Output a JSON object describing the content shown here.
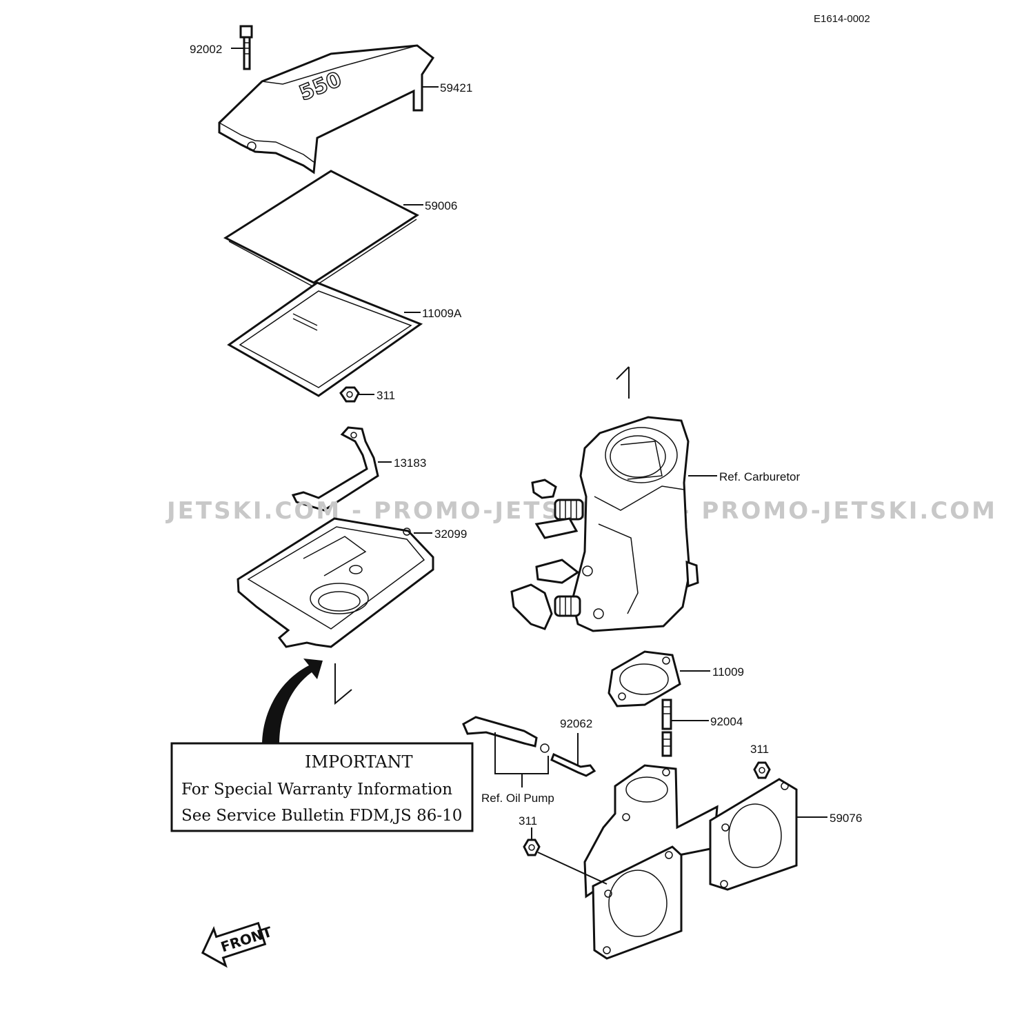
{
  "drawing_code": "E1614-0002",
  "watermark": "JETSKI.COM - PROMO-JETSKI.COM - PROMO-JETSKI.COM",
  "labels": {
    "p92002": "92002",
    "p59421": "59421",
    "p59006": "59006",
    "p11009A": "11009A",
    "p311_top": "311",
    "p13183": "13183",
    "p32099": "32099",
    "ref_carburetor": "Ref. Carburetor",
    "p11009": "11009",
    "p92062": "92062",
    "p92004": "92004",
    "p311_right": "311",
    "p311_bottom": "311",
    "ref_oil_pump": "Ref. Oil Pump",
    "p59076": "59076"
  },
  "notice": {
    "title": "IMPORTANT",
    "line1": "For Special Warranty Information",
    "line2": "See Service Bulletin FDM,JS 86-10"
  },
  "front_label": "FRONT",
  "cover_logo": "550"
}
